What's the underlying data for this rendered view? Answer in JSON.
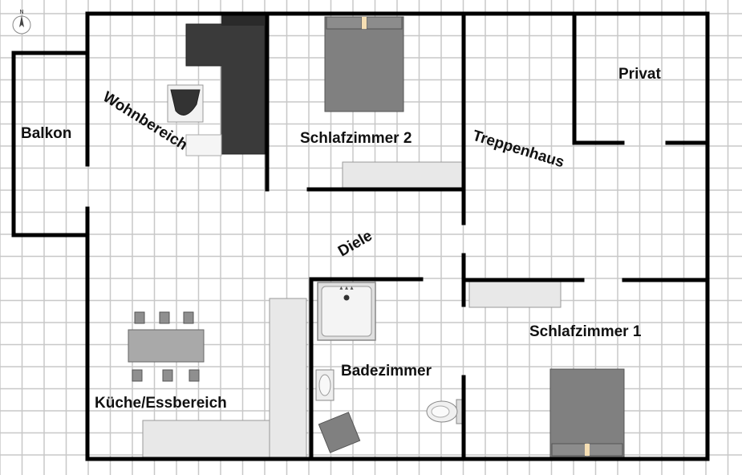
{
  "rooms": {
    "balkon": "Balkon",
    "wohnbereich": "Wohnbereich",
    "schlafzimmer2": "Schlafzimmer 2",
    "treppenhaus": "Treppenhaus",
    "privat": "Privat",
    "diele": "Diele",
    "badezimmer": "Badezimmer",
    "schlafzimmer1": "Schlafzimmer 1",
    "kueche": "Küche/Essbereich"
  },
  "compass": {
    "letter": "N"
  },
  "colors": {
    "wall": "#000000",
    "grid": "#c8c8c8",
    "sofa": "#3a3a3a",
    "bed": "#808080",
    "furniture_light": "#e8e8e8",
    "table": "#a9a9a9"
  }
}
